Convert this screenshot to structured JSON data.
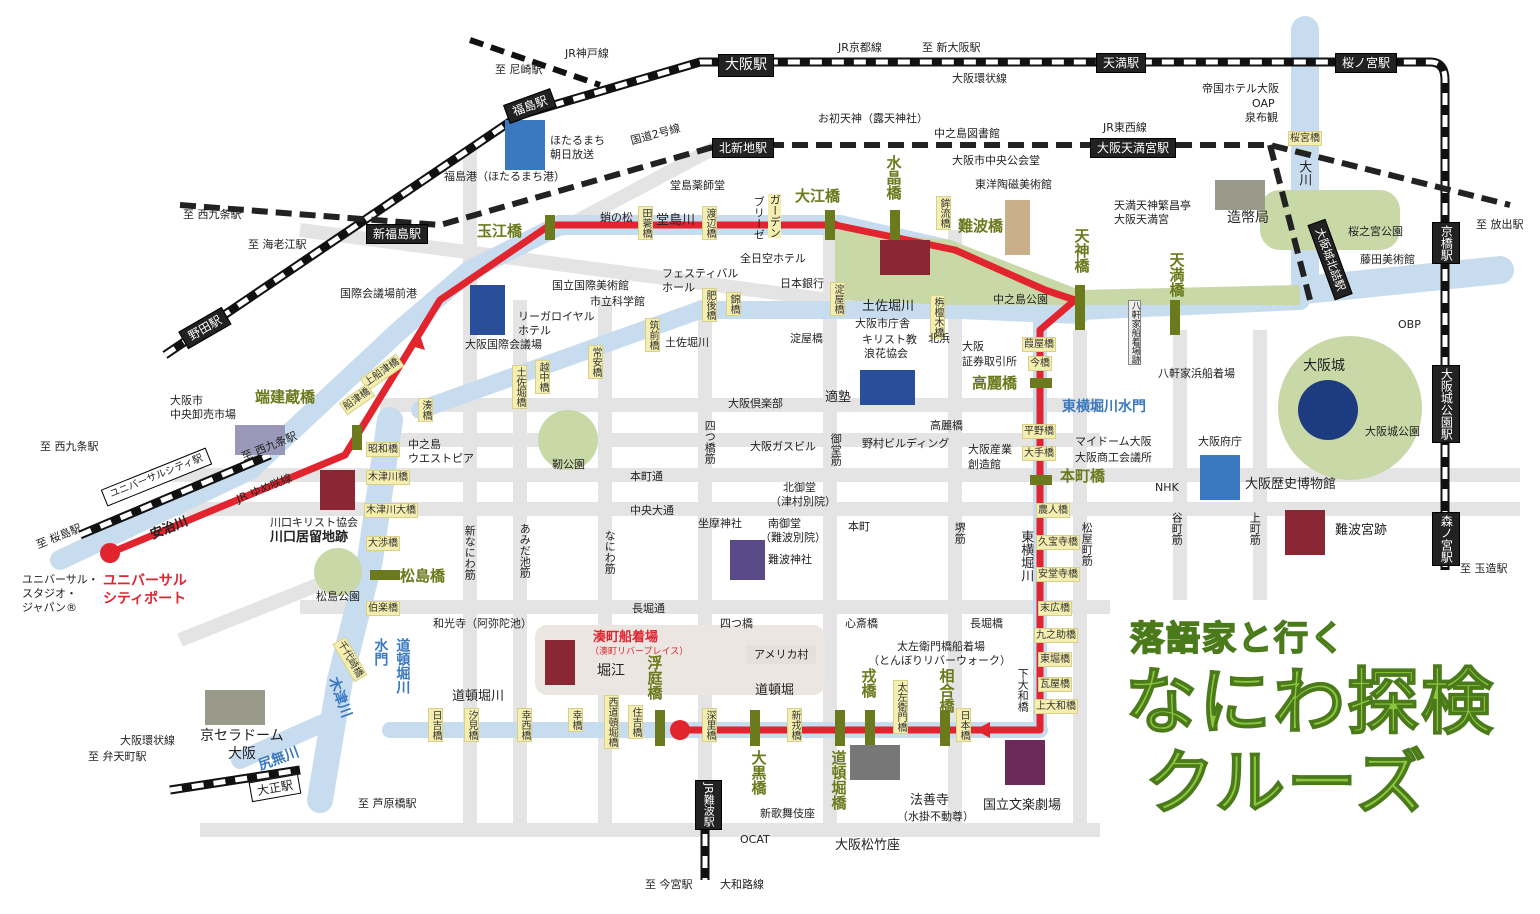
{
  "colors": {
    "route": "#e2242f",
    "river": "#c8dcef",
    "park": "#c9d8a7",
    "road": "#e2e2e2",
    "bridge": "#6b7a1c",
    "title": "#8cc63f",
    "river_label": "#3a78c0"
  },
  "title": {
    "line1": "落語家と行く",
    "line2": "なにわ探検",
    "line3": "クルーズ"
  },
  "stations": [
    "大阪駅",
    "福島駅",
    "新福島駅",
    "北新地駅",
    "天満駅",
    "桜ノ宮駅",
    "大阪天満宮駅",
    "野田駅",
    "京橋駅",
    "大阪城北詰駅",
    "大阪城公園駅",
    "森ノ宮駅",
    "ユニバーサルシティ駅",
    "大正駅",
    "JR難波駅"
  ],
  "lines": [
    "JR神戸線",
    "至 尼崎駅",
    "JR京都線",
    "至 新大阪駅",
    "大阪環状線",
    "JR東西線",
    "国道2号線",
    "至 海老江駅",
    "至 西九条駅",
    "至 桜島駅",
    "JR ゆめ咲線",
    "至 西九条駅",
    "至 放出駅",
    "至 玉造駅",
    "大阪環状線",
    "至 弁天町駅",
    "至 芦原橋駅",
    "至 今宮駅",
    "大和路線",
    "OCAT",
    "至 西九条駅"
  ],
  "rivers": [
    "東横堀川水門",
    "水門",
    "道頓堀川",
    "木津川",
    "尻無川",
    "大川"
  ],
  "river_names": [
    "堂島川",
    "土佐堀川",
    "道頓堀川",
    "安治川",
    "東横堀川",
    "道頓堀"
  ],
  "bridges": [
    "玉江橋",
    "大江橋",
    "水晶橋",
    "難波橋",
    "天神橋",
    "天満橋",
    "端建蔵橋",
    "松島橋",
    "高麗橋",
    "本町橋",
    "浮庭橋",
    "大黒橋",
    "戎橋",
    "道頓堀橋",
    "相合橋"
  ],
  "small_bridges": [
    "田蓑橋",
    "渡辺橋",
    "肥後橋",
    "錦橋",
    "筑前橋",
    "常安橋",
    "越中橋",
    "土佐堀橋",
    "湊橋",
    "上船津橋",
    "船津橋",
    "昭和橋",
    "木津川橋",
    "木津川大橋",
    "大渉橋",
    "伯楽橋",
    "千代崎橋",
    "日吉橋",
    "汐見橋",
    "幸西橋",
    "幸橋",
    "西道頓堀橋",
    "住吉橋",
    "深里橋",
    "新戎橋",
    "太左衛門橋",
    "日本橋",
    "淀屋橋",
    "栴檀木橋",
    "鉾流橋",
    "今橋",
    "葭屋橋",
    "平野橋",
    "大手橋",
    "農人橋",
    "久宝寺橋",
    "安堂寺橋",
    "末広橋",
    "九之助橋",
    "東堀橋",
    "瓦屋橋",
    "上大和橋",
    "下大和橋",
    "桜宮橋"
  ],
  "landmarks": [
    "お初天神（露天神社）",
    "中之島図書館",
    "大阪市中央公会堂",
    "東洋陶磁美術館",
    "帝国ホテル大阪",
    "OAP",
    "泉布観",
    "ほたるまち",
    "朝日放送",
    "福島港（ほたるまち港）",
    "堂島薬師堂",
    "蛸の松",
    "全日空ホテル",
    "日本銀行",
    "フェスティバル",
    "ホール",
    "国立国際美術館",
    "市立科学館",
    "リーガロイヤル",
    "ホテル",
    "国際会議場前港",
    "大阪国際会議場",
    "大阪市",
    "中央卸売市場",
    "中之島",
    "ウエストピア",
    "靭公園",
    "大阪倶楽部",
    "大阪ガスビル",
    "本町通",
    "中央大通",
    "長堀通",
    "北御堂",
    "（津村別院）",
    "坐摩神社",
    "南御堂",
    "（難波別院）",
    "難波神社",
    "本町",
    "淀屋橋",
    "大阪市庁舎",
    "キリスト教",
    "浪花協会",
    "北浜",
    "大阪",
    "証券取引所",
    "適塾",
    "高麗橋",
    "野村ビルディング",
    "大阪産業",
    "創造館",
    "マイドーム大阪",
    "大阪商工会議所",
    "天満天神繁昌亭",
    "大阪天満宮",
    "造幣局",
    "桜之宮公園",
    "藤田美術館",
    "OBP",
    "八軒家浜船着場",
    "大阪城",
    "大阪城公園",
    "大阪府庁",
    "NHK",
    "大阪歴史博物館",
    "難波宮跡",
    "谷町筋",
    "上町筋",
    "松屋町筋",
    "堺筋",
    "御堂筋",
    "四つ橋筋",
    "なにわ筋",
    "あみだ池筋",
    "新なにわ筋",
    "中之島公園",
    "川口キリスト協会",
    "川口居留地跡",
    "松島公園",
    "ユニバーサル・",
    "スタジオ・",
    "ジャパン®",
    "ユニバーサル",
    "シティポート",
    "和光寺（阿弥陀池）",
    "四つ橋",
    "心斎橋",
    "長堀橋",
    "湊町船着場",
    "（湊町リバープレイス）",
    "堀江",
    "アメリカ村",
    "太左衛門橋船着場",
    "（とんぼりリバーウォーク）",
    "京セラドーム",
    "大阪",
    "新歌舞伎座",
    "大阪松竹座",
    "法善寺",
    "（水掛不動尊）",
    "国立文楽劇場",
    "土佐堀川",
    "ブリーゼ",
    "ガーデン",
    "八軒家船着場跡"
  ]
}
